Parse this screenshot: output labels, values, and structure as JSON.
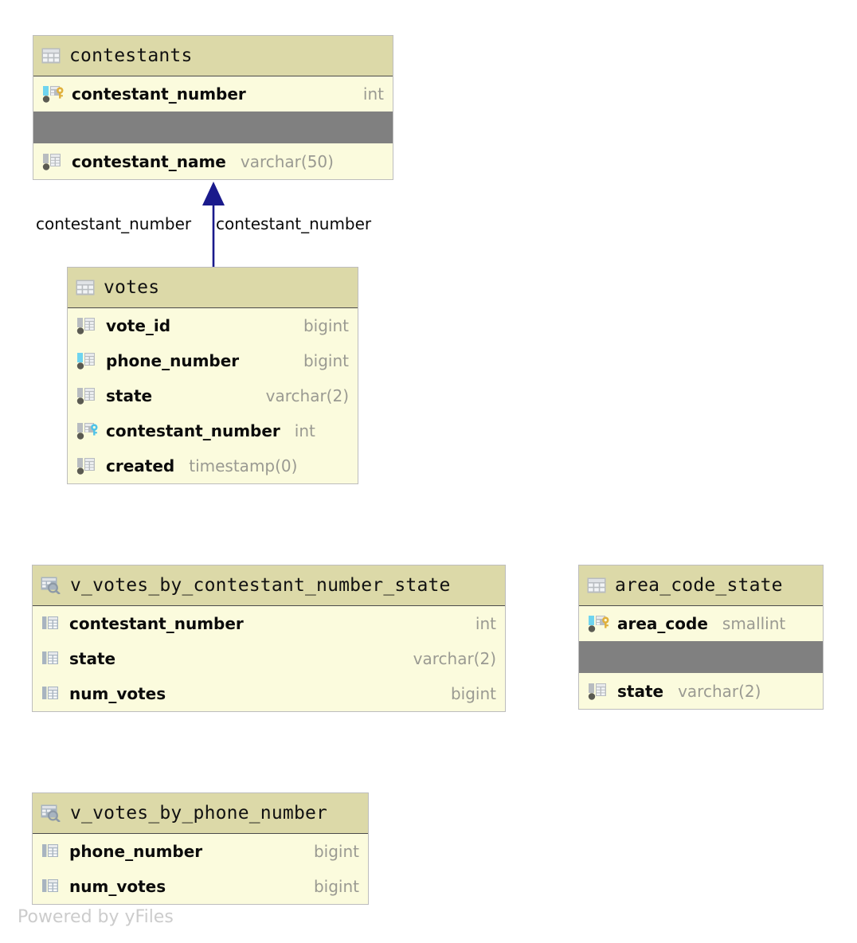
{
  "diagram": {
    "kind": "database-schema-erd",
    "watermark": "Powered by yFiles",
    "colors": {
      "node_body": "#fbfbdd",
      "node_header": "#dcd9a8",
      "node_border": "#bdbdbd",
      "separator_row": "#808080",
      "edge": "#1a1a8c",
      "type_text": "#9a9a92",
      "name_text": "#0b0b0b",
      "watermark_text": "#cccccc",
      "icon_key_pk": "#e0b03c",
      "icon_key_fk": "#4fc3e8",
      "icon_indexed": "#6fd4ef",
      "icon_plain": "#b8bcc0",
      "icon_view": "#a8b4c0"
    }
  },
  "nodes": [
    {
      "id": "contestants",
      "type": "table",
      "icon": "table-icon",
      "title": "contestants",
      "columns": [
        {
          "name": "contestant_number",
          "type": "int",
          "icon": "column-primary-key-icon",
          "align": "spread"
        },
        {
          "name": "",
          "type": "",
          "icon": "separator",
          "align": "gap"
        },
        {
          "name": "contestant_name",
          "type": "varchar(50)",
          "icon": "column-plain-icon",
          "align": "tight"
        }
      ]
    },
    {
      "id": "votes",
      "type": "table",
      "icon": "table-icon",
      "title": "votes",
      "columns": [
        {
          "name": "vote_id",
          "type": "bigint",
          "icon": "column-plain-icon",
          "align": "spread"
        },
        {
          "name": "phone_number",
          "type": "bigint",
          "icon": "column-indexed-icon",
          "align": "spread"
        },
        {
          "name": "state",
          "type": "varchar(2)",
          "icon": "column-plain-icon",
          "align": "spread"
        },
        {
          "name": "contestant_number",
          "type": "int",
          "icon": "column-foreign-key-icon",
          "align": "tight"
        },
        {
          "name": "created",
          "type": "timestamp(0)",
          "icon": "column-plain-icon",
          "align": "tight"
        }
      ]
    },
    {
      "id": "v_votes_by_contestant_number_state",
      "type": "view",
      "icon": "view-icon",
      "title": "v_votes_by_contestant_number_state",
      "columns": [
        {
          "name": "contestant_number",
          "type": "int",
          "icon": "view-column-icon",
          "align": "spread"
        },
        {
          "name": "state",
          "type": "varchar(2)",
          "icon": "view-column-icon",
          "align": "spread"
        },
        {
          "name": "num_votes",
          "type": "bigint",
          "icon": "view-column-icon",
          "align": "spread"
        }
      ]
    },
    {
      "id": "area_code_state",
      "type": "table",
      "icon": "table-icon",
      "title": "area_code_state",
      "columns": [
        {
          "name": "area_code",
          "type": "smallint",
          "icon": "column-primary-key-icon",
          "align": "tight"
        },
        {
          "name": "",
          "type": "",
          "icon": "separator",
          "align": "gap"
        },
        {
          "name": "state",
          "type": "varchar(2)",
          "icon": "column-plain-icon",
          "align": "tight"
        }
      ]
    },
    {
      "id": "v_votes_by_phone_number",
      "type": "view",
      "icon": "view-icon",
      "title": "v_votes_by_phone_number",
      "columns": [
        {
          "name": "phone_number",
          "type": "bigint",
          "icon": "view-column-icon",
          "align": "spread"
        },
        {
          "name": "num_votes",
          "type": "bigint",
          "icon": "view-column-icon",
          "align": "spread"
        }
      ]
    }
  ],
  "edges": [
    {
      "id": "votes-to-contestants",
      "source": "votes",
      "target": "contestants",
      "source_label": "contestant_number",
      "target_label": "contestant_number",
      "arrow": "filled-triangle-up"
    }
  ]
}
